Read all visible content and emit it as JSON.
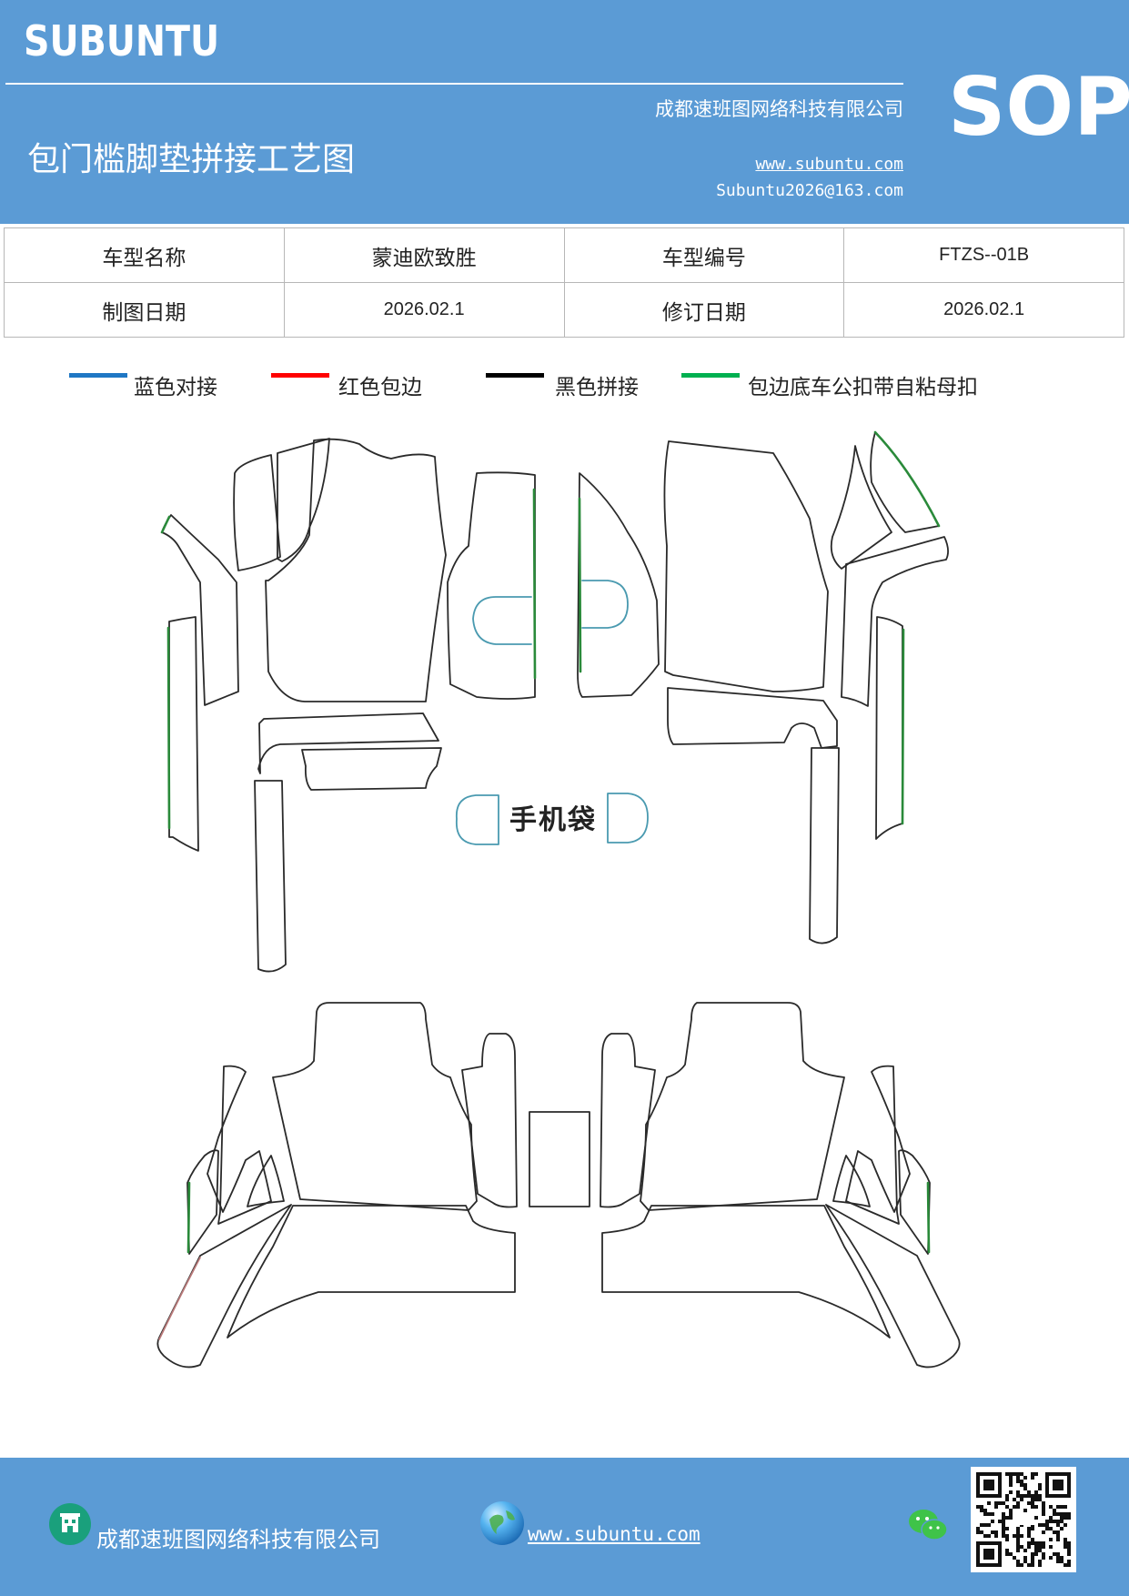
{
  "header": {
    "brand": "SUBUNTU",
    "company": "成都速班图网络科技有限公司",
    "title": "包门槛脚垫拼接工艺图",
    "website": "www.subuntu.com",
    "email": "Subuntu2026@163.com",
    "doc_type": "SOP"
  },
  "info_table": {
    "rows": [
      {
        "label1": "车型名称",
        "value1": "蒙迪欧致胜",
        "label2": "车型编号",
        "value2": "FTZS--01B"
      },
      {
        "label1": "制图日期",
        "value1": "2026.02.1",
        "label2": "修订日期",
        "value2": "2026.02.1"
      }
    ]
  },
  "legend": [
    {
      "label": "蓝色对接",
      "color": "#1f77c4"
    },
    {
      "label": "红色包边",
      "color": "#ff0000"
    },
    {
      "label": "黑色拼接",
      "color": "#000000"
    },
    {
      "label": "包边底车公扣带自粘母扣",
      "color": "#00b050"
    }
  ],
  "drawing": {
    "phone_pocket_label": "手机袋",
    "colors": {
      "edge": "#b97a7a",
      "seam": "#2a2a2a",
      "butt": "#4a9ab0",
      "velcro": "#2a8a3a"
    }
  },
  "footer": {
    "company": "成都速班图网络科技有限公司",
    "website": "www.subuntu.com",
    "icons": [
      "building-icon",
      "globe-icon",
      "wechat-icon",
      "qr-code"
    ]
  }
}
